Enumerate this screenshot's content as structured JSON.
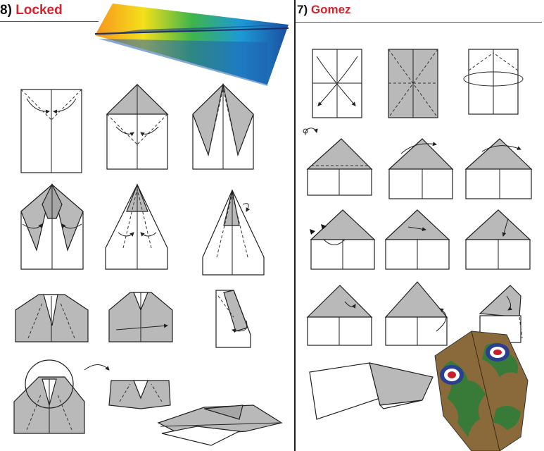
{
  "left_section": {
    "number": "8)",
    "name": "Locked"
  },
  "right_section": {
    "number": "7)",
    "name": "Gomez"
  },
  "colors": {
    "title_red": "#d8212a",
    "fold_gray": "#b9b9b9",
    "camo_brown": "#8a6a3a",
    "camo_green": "#2f7d3a",
    "roundel_blue": "#2a3f8f",
    "roundel_red": "#c7202d"
  },
  "icons": [
    "paper-plane-illustration",
    "fold-step-diagram",
    "rotate-icon",
    "arrow-icon",
    "camouflage-plane-illustration",
    "roundel-icon"
  ]
}
